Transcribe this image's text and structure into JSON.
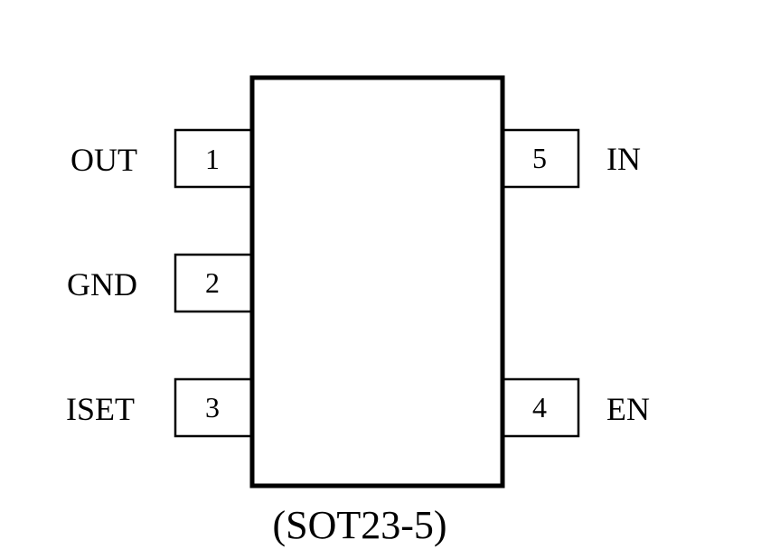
{
  "package": {
    "label": "(SOT23-5)"
  },
  "pins": {
    "p1": {
      "number": "1",
      "name": "OUT"
    },
    "p2": {
      "number": "2",
      "name": "GND"
    },
    "p3": {
      "number": "3",
      "name": "ISET"
    },
    "p4": {
      "number": "4",
      "name": "EN"
    },
    "p5": {
      "number": "5",
      "name": "IN"
    }
  },
  "colors": {
    "stroke": "#000000",
    "background": "#ffffff"
  }
}
